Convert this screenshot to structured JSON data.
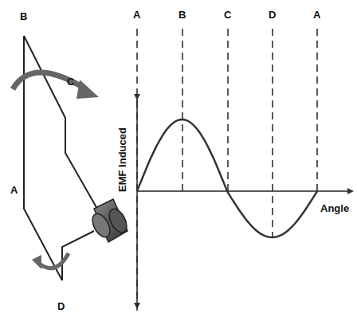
{
  "diagram": {
    "labels": [
      "B",
      "C",
      "A",
      "D",
      "A",
      "B",
      "C",
      "D",
      "A",
      "EMF Induced",
      "Angle"
    ]
  }
}
